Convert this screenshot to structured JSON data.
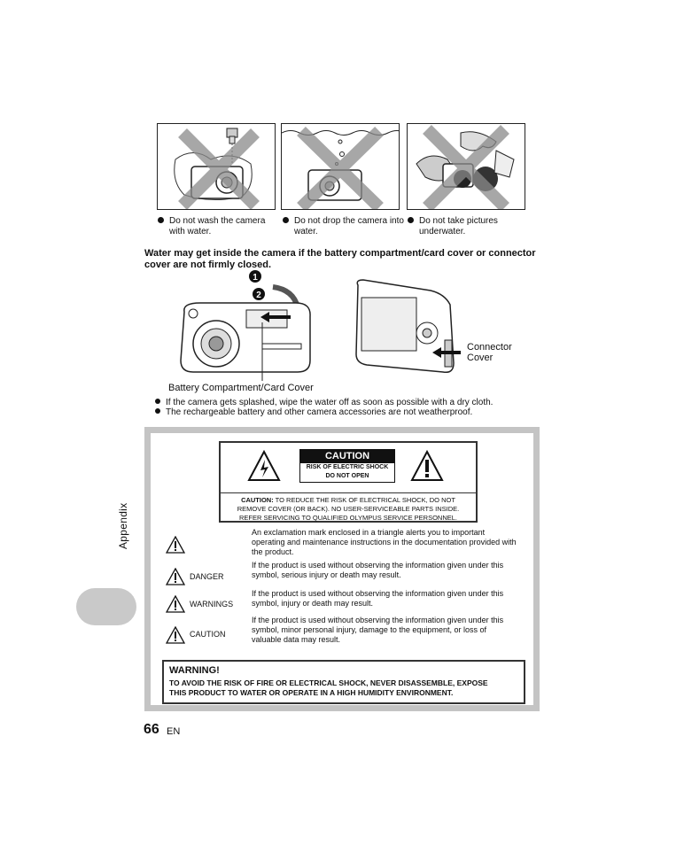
{
  "illustrations": [
    {
      "caption_line1": "Do not wash the camera",
      "caption_line2": "with water."
    },
    {
      "caption_line1": "Do not drop the camera into",
      "caption_line2": "water."
    },
    {
      "caption_line1": "Do not take pictures",
      "caption_line2": "underwater."
    }
  ],
  "water_heading": {
    "line1": "Water may get inside the camera if the battery compartment/card cover or connector",
    "line2": "cover are not firmly closed."
  },
  "figure": {
    "step1": "1",
    "step2": "2",
    "battery_label": "Battery Compartment/Card Cover",
    "connector_line1": "Connector",
    "connector_line2": "Cover"
  },
  "notes": [
    "If the camera gets splashed, wipe the water off as soon as possible with a dry cloth.",
    "The rechargeable battery and other camera accessories are not weatherproof."
  ],
  "side_tab": {
    "label": "Appendix"
  },
  "caution_box": {
    "title": "CAUTION",
    "sub_line1": "RISK OF ELECTRIC SHOCK",
    "sub_line2": "DO NOT OPEN",
    "note_bold": "CAUTION:",
    "note_line1": " TO REDUCE THE RISK OF ELECTRICAL SHOCK, DO NOT",
    "note_line2": "REMOVE COVER (OR BACK). NO USER-SERVICEABLE PARTS INSIDE.",
    "note_line3": "REFER SERVICING TO QUALIFIED OLYMPUS SERVICE PERSONNEL."
  },
  "symbols": [
    {
      "label": "",
      "line1": "An exclamation mark enclosed in a triangle alerts you to important",
      "line2": "operating and maintenance instructions in the documentation provided with",
      "line3": "the product."
    },
    {
      "label": "DANGER",
      "line1": "If the product is used without observing the information given under this",
      "line2": "symbol, serious injury or death may result.",
      "line3": ""
    },
    {
      "label": "WARNINGS",
      "line1": "If the product is used without observing the information given under this",
      "line2": "symbol, injury or death may result.",
      "line3": ""
    },
    {
      "label": "CAUTION",
      "line1": "If the product is used without observing the information given under this",
      "line2": "symbol, minor personal injury, damage to the equipment, or loss of",
      "line3": "valuable data may result."
    }
  ],
  "warning": {
    "title": "WARNING!",
    "line1": "TO AVOID THE RISK OF FIRE OR ELECTRICAL SHOCK, NEVER DISASSEMBLE, EXPOSE",
    "line2": "THIS PRODUCT TO WATER OR OPERATE IN A HIGH HUMIDITY ENVIRONMENT."
  },
  "page": {
    "number": "66",
    "lang": "EN"
  },
  "colors": {
    "cross": "#8a8a8a",
    "panel_border": "#c4c4c4",
    "tab": "#c9c9c9"
  }
}
